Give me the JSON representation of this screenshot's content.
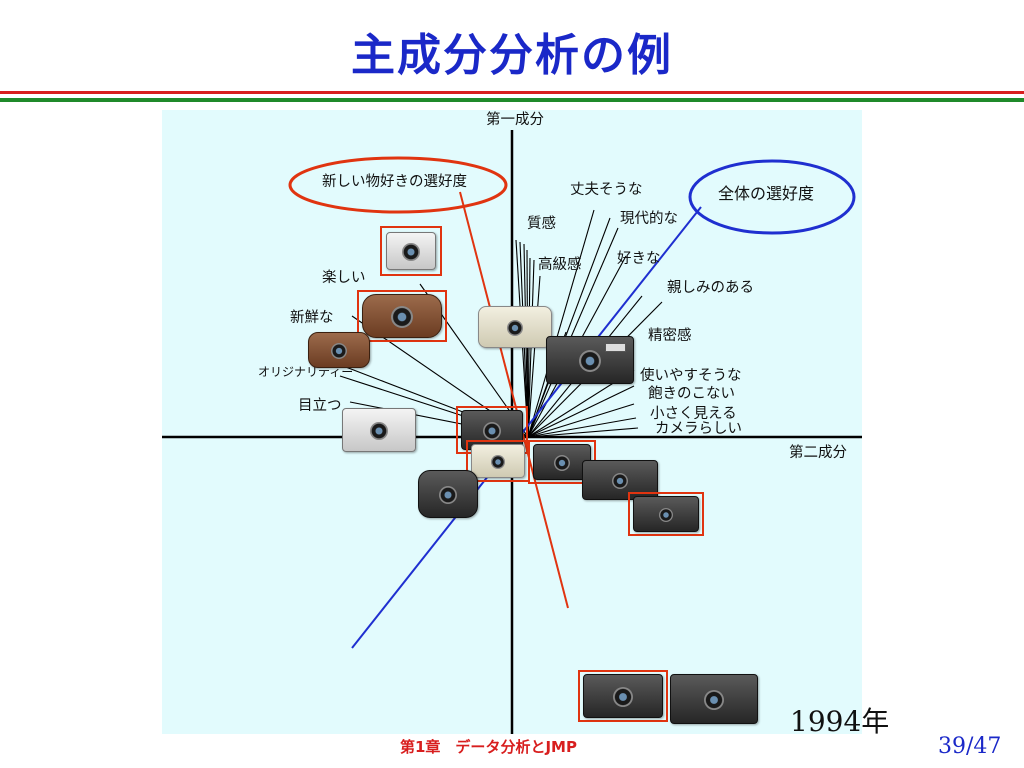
{
  "slide": {
    "title": "主成分分析の例",
    "year": "1994年",
    "footer": "第1章　データ分析とJMP",
    "page": "39/47"
  },
  "diagram": {
    "axis_labels": {
      "vertical": "第一成分",
      "horizontal": "第二成分"
    },
    "circled_labels": {
      "red": "新しい物好きの選好度",
      "blue": "全体の選好度"
    },
    "attribute_labels": [
      "丈夫そうな",
      "現代的な",
      "質感",
      "好きな",
      "高級感",
      "親しみのある",
      "楽しい",
      "精密感",
      "新鮮な",
      "使いやすそうな",
      "オリジナリティー",
      "飽きのこない",
      "目立つ",
      "小さく見える",
      "カメラらしい"
    ]
  },
  "colors": {
    "title": "#1a28c8",
    "red_vector": "#e03410",
    "blue_vector": "#1f2fd0",
    "plot_background": "#e2fbfd"
  },
  "icons": [
    "camera-icon"
  ]
}
